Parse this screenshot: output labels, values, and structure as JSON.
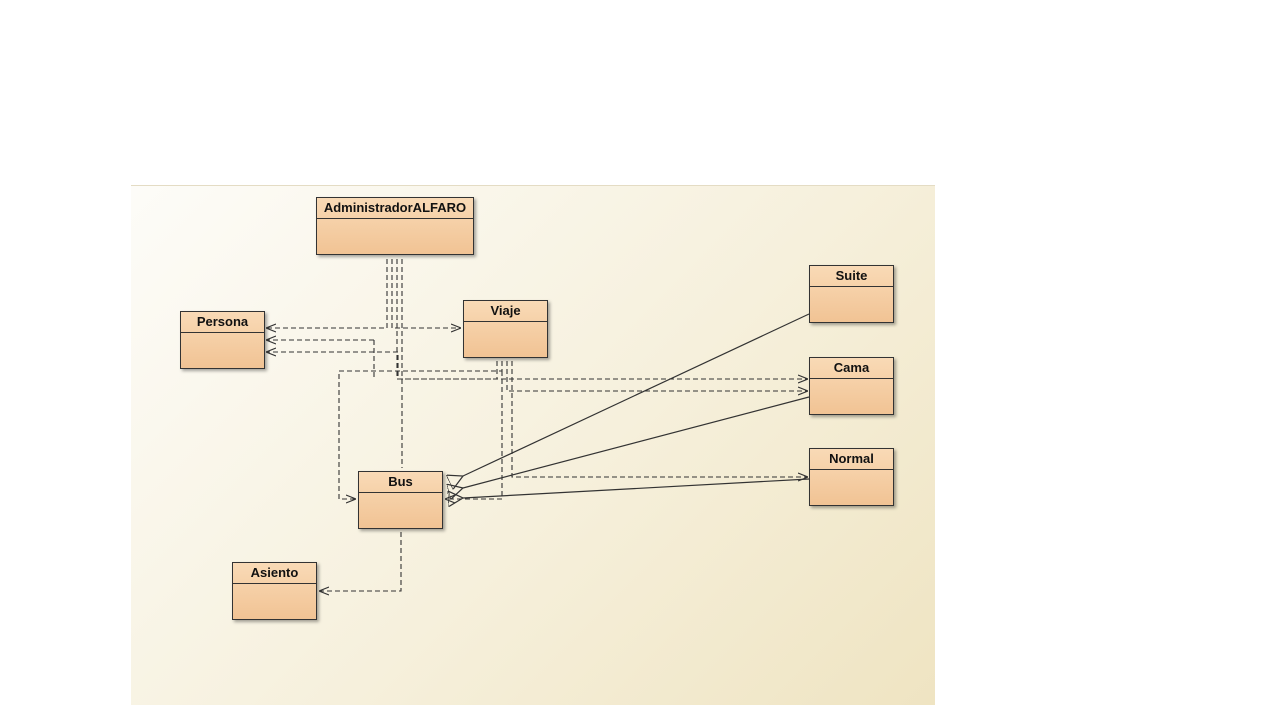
{
  "diagram": {
    "classes": {
      "administrador": "AdministradorALFARO",
      "persona": "Persona",
      "viaje": "Viaje",
      "suite": "Suite",
      "cama": "Cama",
      "normal": "Normal",
      "bus": "Bus",
      "asiento": "Asiento"
    },
    "colors": {
      "class_fill_top": "#f9dab6",
      "class_fill_bottom": "#f1c394",
      "line": "#333333",
      "background": "#f6f0dc"
    }
  }
}
